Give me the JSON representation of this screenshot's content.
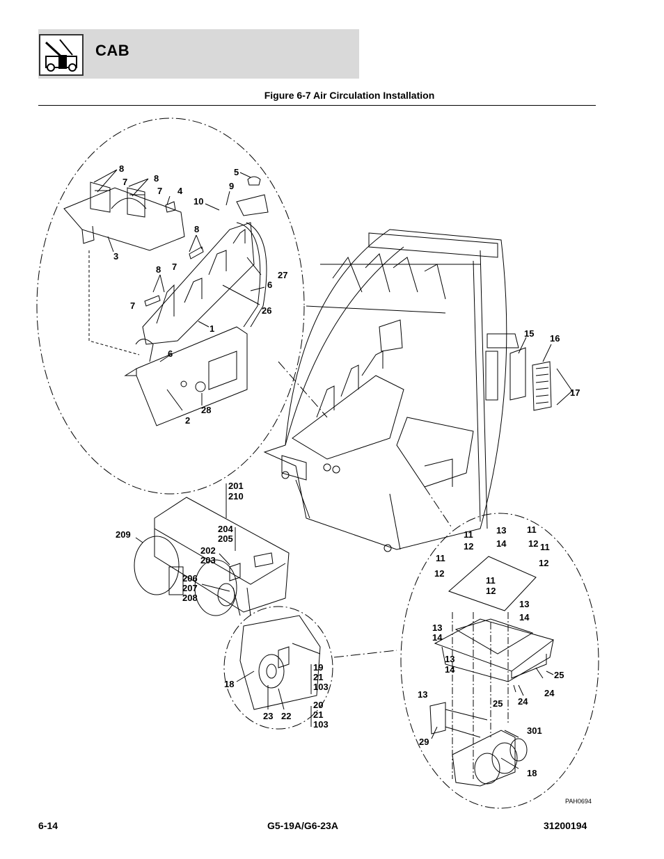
{
  "header": {
    "section_title": "CAB",
    "logo_icon": "telehandler-icon"
  },
  "figure": {
    "title": "Figure 6-7 Air Circulation Installation",
    "ref_code": "PAH0694"
  },
  "callouts": {
    "c8a": "8",
    "c7a": "7",
    "c8b": "8",
    "c7b": "7",
    "c4": "4",
    "c5": "5",
    "c9": "9",
    "c10": "10",
    "c3": "3",
    "c8c": "8",
    "c7c": "7",
    "c8d": "8",
    "c7d": "7",
    "c27": "27",
    "c6a": "6",
    "c26": "26",
    "c1": "1",
    "c6b": "6",
    "c28": "28",
    "c2": "2",
    "c15": "15",
    "c16": "16",
    "c17": "17",
    "c201": "201",
    "c210": "210",
    "c209": "209",
    "c204": "204",
    "c205": "205",
    "c202": "202",
    "c203": "203",
    "c206": "206",
    "c207": "207",
    "c208": "208",
    "c11a": "11",
    "c13a": "13",
    "c11b": "11",
    "c12a": "12",
    "c14a": "14",
    "c12b": "12",
    "c11c": "11",
    "c11d": "11",
    "c12c": "12",
    "c12d": "12",
    "c11e": "11",
    "c12e": "12",
    "c13b": "13",
    "c14b": "14",
    "c13c": "13",
    "c14c": "14",
    "c13d": "13",
    "c14d": "14",
    "c25a": "25",
    "c24a": "24",
    "c25b": "25",
    "c24b": "24",
    "c13e": "13",
    "c301": "301",
    "c29": "29",
    "c18a": "18",
    "c19": "19",
    "c21a": "21",
    "c103a": "103",
    "c18b": "18",
    "c23": "23",
    "c22": "22",
    "c20": "20",
    "c21b": "21",
    "c103b": "103"
  },
  "footer": {
    "page_number": "6-14",
    "model": "G5-19A/G6-23A",
    "doc_number": "31200194"
  }
}
